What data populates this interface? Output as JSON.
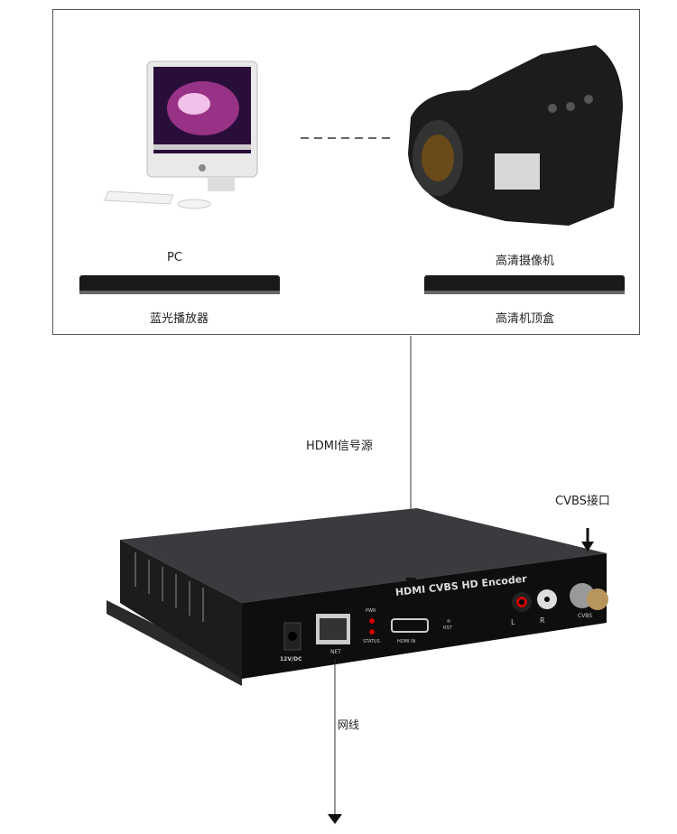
{
  "sources": {
    "pc": "PC",
    "camcorder": "高清摄像机",
    "bluray": "蓝光播放器",
    "settop": "高清机顶盒"
  },
  "labels": {
    "hdmi_source": "HDMI信号源",
    "cvbs_port": "CVBS接口",
    "network": "网线"
  },
  "device": {
    "name": "HDMI CVBS HD Encoder",
    "power": "12V/DC",
    "net": "NET",
    "pwr": "PWR",
    "status": "STATUS",
    "hdmi_in": "HDMI IN",
    "rst": "RST",
    "left": "L",
    "right": "R",
    "cvbs": "CVBS"
  }
}
